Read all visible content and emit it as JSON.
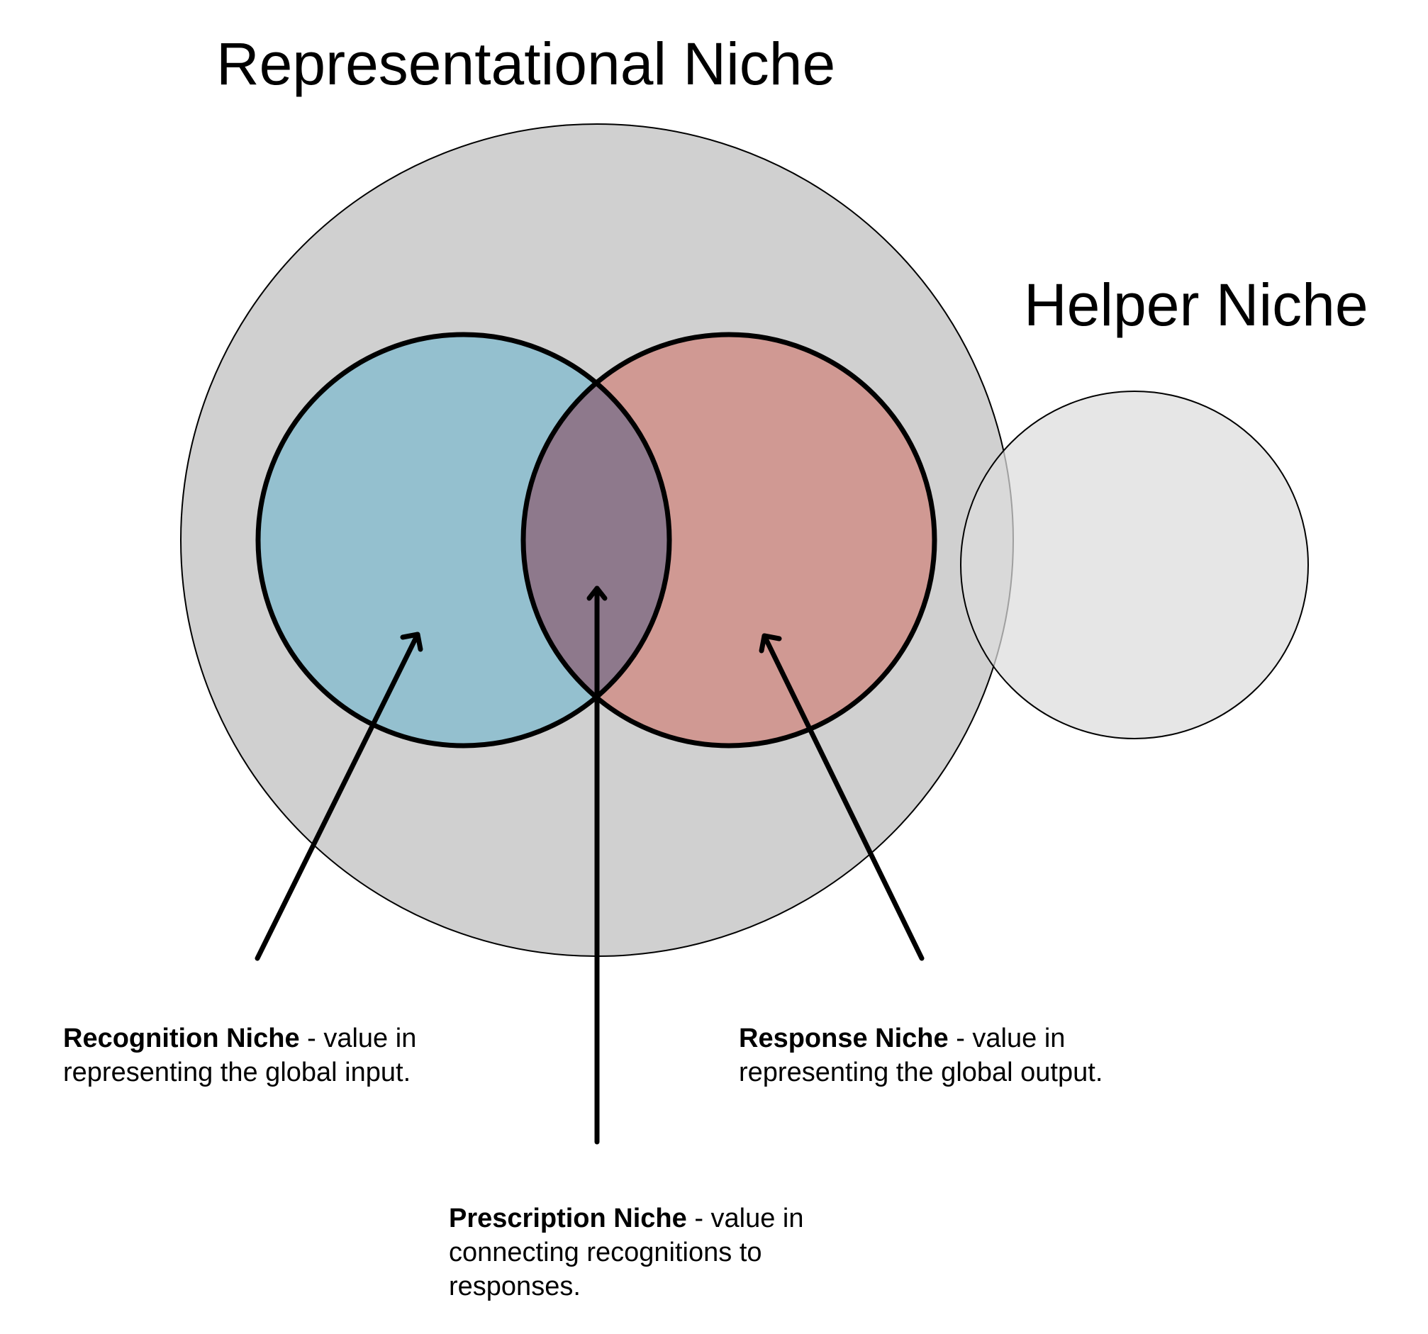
{
  "titles": {
    "representational": "Representational Niche",
    "helper": "Helper Niche"
  },
  "annotations": {
    "recognition": {
      "term": "Recognition Niche",
      "description": " - value in representing the global input."
    },
    "response": {
      "term": "Response Niche",
      "description": " - value in representing the global output."
    },
    "prescription": {
      "term": "Prescription Niche",
      "description": " - value in connecting recognitions to responses."
    }
  },
  "colors": {
    "representational_fill": "#d0d0d0",
    "helper_fill": "#dcdcdc",
    "recognition_fill": "#94c0cf",
    "response_fill": "#d09993",
    "overlap_fill": "#8e798c",
    "stroke": "#000000"
  }
}
